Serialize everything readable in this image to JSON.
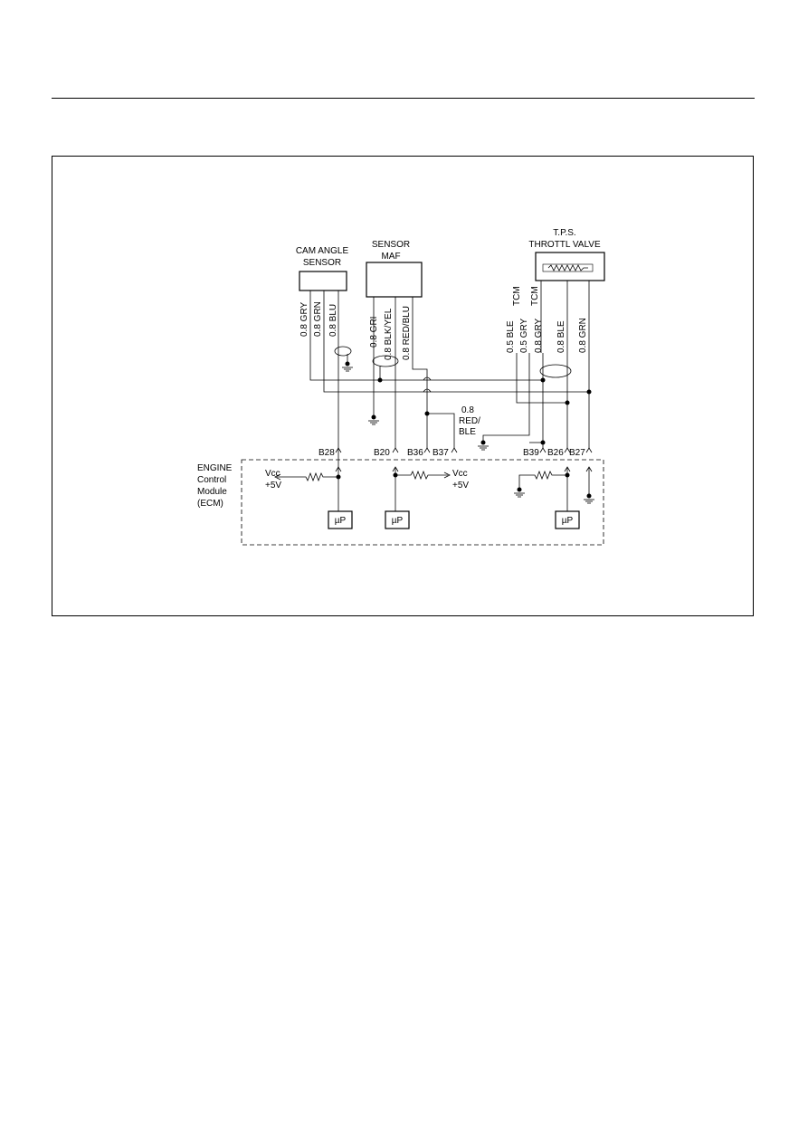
{
  "diagram": {
    "components": {
      "cam_sensor": [
        "CAM ANGLE",
        "SENSOR"
      ],
      "maf_sensor": [
        "SENSOR",
        "MAF"
      ],
      "tps": [
        "T.P.S.",
        "THROTTL VALVE"
      ],
      "ecm": [
        "ENGINE",
        "Control",
        "Module",
        "(ECM)"
      ]
    },
    "wires": {
      "cam_gry": "0.8 GRY",
      "cam_grn": "0.8 GRN",
      "cam_blu": "0.8 BLU",
      "maf_gri": "0.8 GRI",
      "maf_blkyel": "0.8 BLK/YEL",
      "maf_redblu": "0.8 RED/BLU",
      "tcm1": "TCM",
      "tcm2": "TCM",
      "tcm_ble": "0.5 BLE",
      "tcm_gry": "0.5 GRY",
      "tps_gry": "0.8 GRY",
      "tps_ble": "0.8 BLE",
      "tps_grn": "0.8 GRN",
      "red_ble": [
        "0.8",
        "RED/",
        "BLE"
      ]
    },
    "pins": {
      "b28": "B28",
      "b20": "B20",
      "b36": "B36",
      "b37": "B37",
      "b39": "B39",
      "b26": "B26",
      "b27": "B27"
    },
    "vcc": {
      "left": [
        "Vcc",
        "+5V"
      ],
      "right": [
        "Vcc",
        "+5V"
      ]
    },
    "micro": "µP"
  }
}
